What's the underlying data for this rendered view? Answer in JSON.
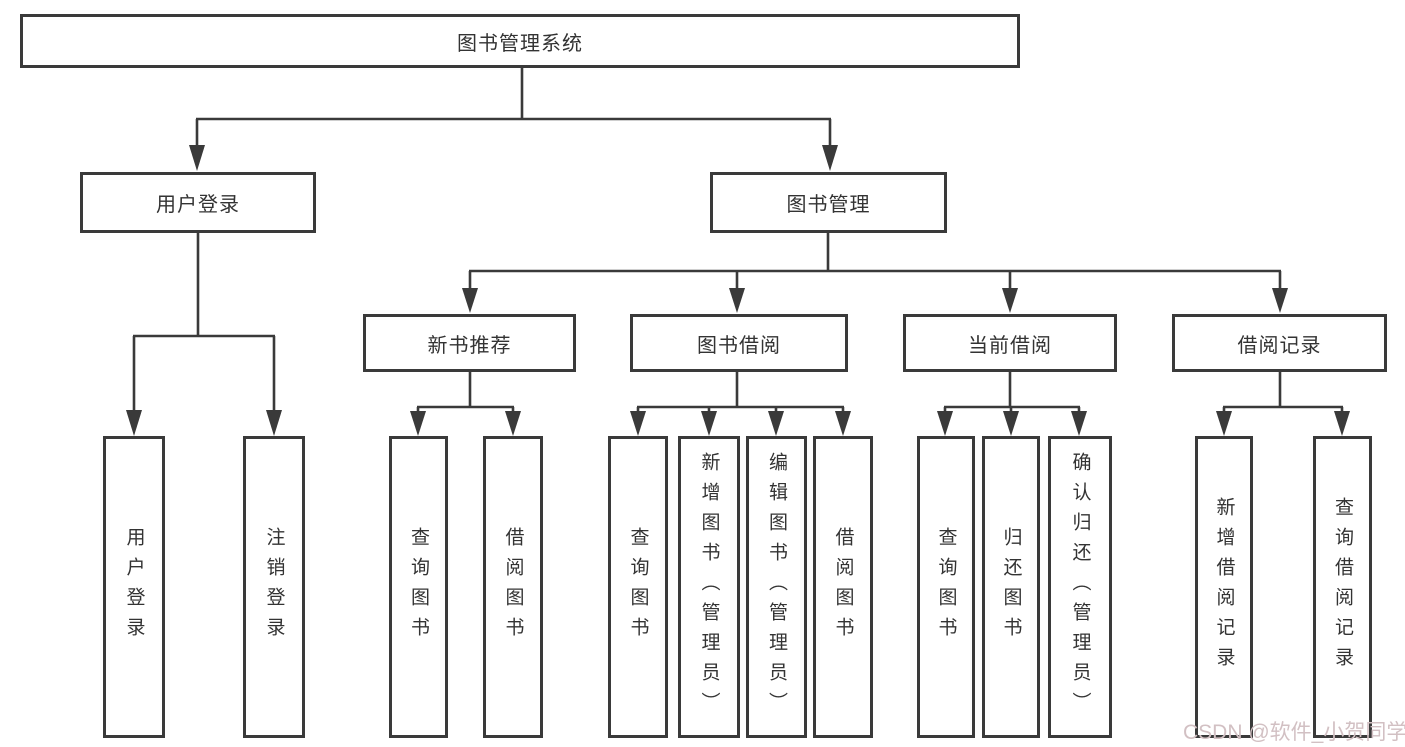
{
  "diagram": {
    "type": "functional-decomposition-tree",
    "colors": {
      "line": "#3a3a3a",
      "box_border": "#3a3a3a",
      "box_background": "#ffffff",
      "text": "#333333",
      "watermark": "#d2c0c3",
      "page_background": "#ffffff"
    },
    "tree": {
      "root": {
        "label": "图书管理系统"
      },
      "branches": [
        {
          "label": "用户登录",
          "children": [
            {
              "label": "用户登录"
            },
            {
              "label": "注销登录"
            }
          ]
        },
        {
          "label": "图书管理",
          "children": [
            {
              "label": "新书推荐",
              "children": [
                {
                  "label": "查询图书"
                },
                {
                  "label": "借阅图书"
                }
              ]
            },
            {
              "label": "图书借阅",
              "children": [
                {
                  "label": "查询图书"
                },
                {
                  "label": "新增图书（管理员）"
                },
                {
                  "label": "编辑图书（管理员）"
                },
                {
                  "label": "借阅图书"
                }
              ]
            },
            {
              "label": "当前借阅",
              "children": [
                {
                  "label": "查询图书"
                },
                {
                  "label": "归还图书"
                },
                {
                  "label": "确认归还（管理员）"
                }
              ]
            },
            {
              "label": "借阅记录",
              "children": [
                {
                  "label": "新增借阅记录"
                },
                {
                  "label": "查询借阅记录"
                }
              ]
            }
          ]
        }
      ]
    }
  },
  "watermark": {
    "text": "CSDN @软件_小贺同学"
  }
}
